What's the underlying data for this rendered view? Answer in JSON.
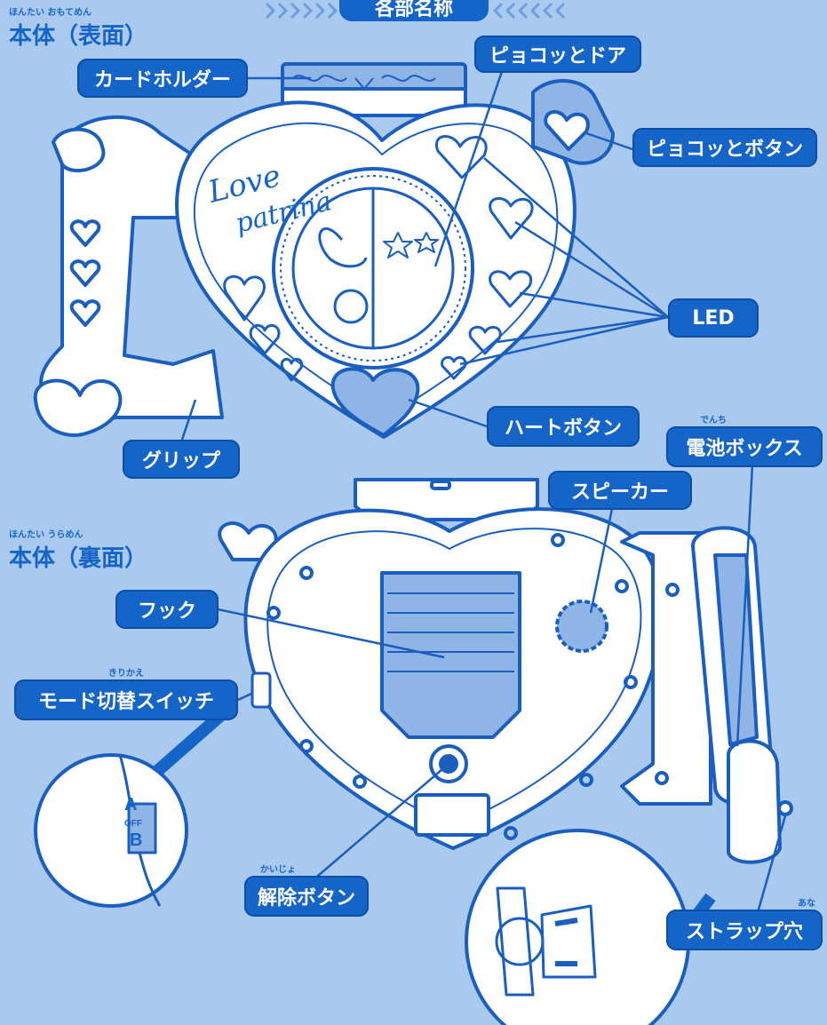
{
  "header": {
    "title": "各部名称"
  },
  "sections": {
    "front": {
      "title": "本体（表面）",
      "furigana": "ほんたい おもてめん"
    },
    "back": {
      "title": "本体（裏面）",
      "furigana": "ほんたい うらめん"
    }
  },
  "device_text": {
    "logo_line1": "Love",
    "logo_line2": "patrina",
    "switch_a": "A",
    "switch_off": "OFF",
    "switch_b": "B"
  },
  "labels": {
    "card_holder": "カードホルダー",
    "piyokotto_door": "ピョコッとドア",
    "piyokotto_button": "ピョコッとボタン",
    "led": "LED",
    "heart_button": "ハートボタン",
    "grip": "グリップ",
    "battery_box": "電池ボックス",
    "battery_box_furigana": "でんち",
    "speaker": "スピーカー",
    "hook": "フック",
    "mode_switch": "モード切替スイッチ",
    "mode_switch_furigana": "きりかえ",
    "release_button": "解除ボタン",
    "release_button_furigana": "かいじょ",
    "strap_hole": "ストラップ穴",
    "strap_hole_furigana": "あな"
  },
  "colors": {
    "background": "#a9c9ee",
    "label_fill": "#1565c9",
    "outline": "#1a5fbf",
    "device_fill": "#ffffff",
    "accent_fill": "#8fb4e6"
  }
}
